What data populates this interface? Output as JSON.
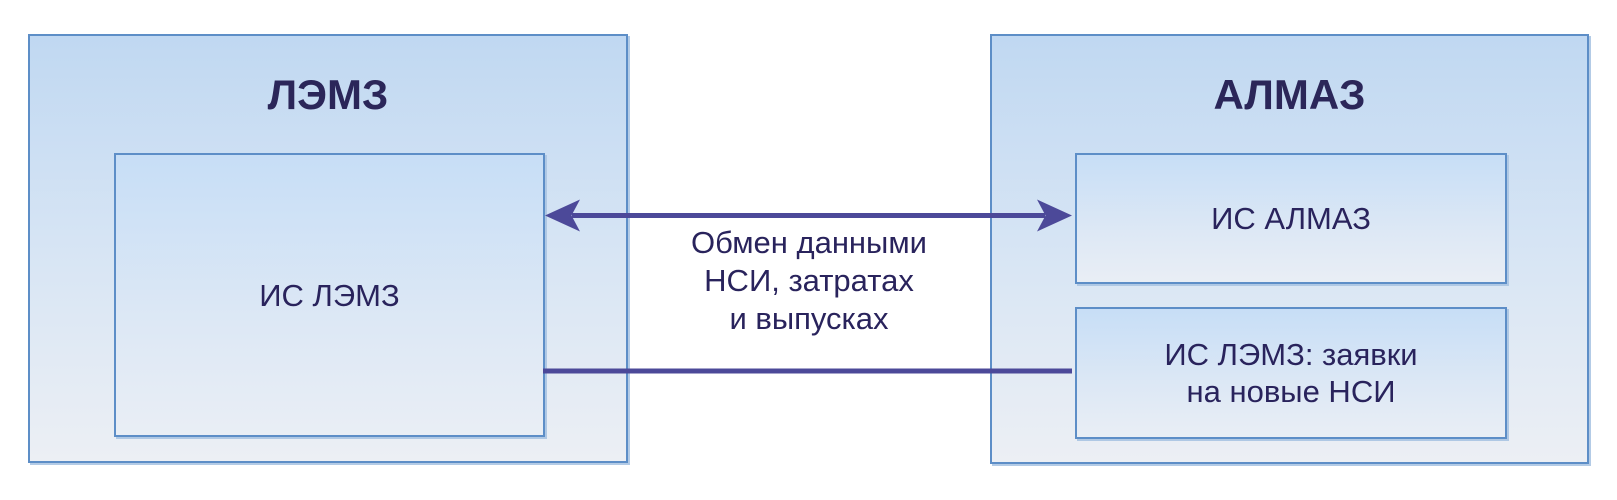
{
  "diagram": {
    "left_group": {
      "title": "ЛЭМЗ",
      "system_box": {
        "label": "ИС ЛЭМЗ"
      }
    },
    "right_group": {
      "title": "АЛМАЗ",
      "system_box": {
        "label": "ИС АЛМАЗ"
      },
      "requests_box": {
        "label_line1": "ИС ЛЭМЗ: заявки",
        "label_line2": "на новые НСИ"
      }
    },
    "connections": {
      "data_exchange": {
        "type": "double-headed-arrow",
        "from": "ИС ЛЭМЗ",
        "to": "ИС АЛМАЗ",
        "label_line1": "Обмен данными",
        "label_line2": "НСИ, затратах",
        "label_line3": "и выпусках"
      },
      "requests_link": {
        "type": "plain-line",
        "from": "ИС ЛЭМЗ",
        "to": "ИС ЛЭМЗ: заявки на новые НСИ"
      }
    },
    "colors": {
      "box_border": "#5D8EC7",
      "outer_fill_top": "#C0D8F2",
      "outer_fill_bottom": "#ECEFF4",
      "inner_fill_top": "#C7DEF6",
      "inner_fill_bottom": "#E9EEF5",
      "connector": "#4C4999",
      "title_text": "#2B2659",
      "body_text": "#29235C",
      "box_shadow": "#AFC8E4"
    }
  }
}
